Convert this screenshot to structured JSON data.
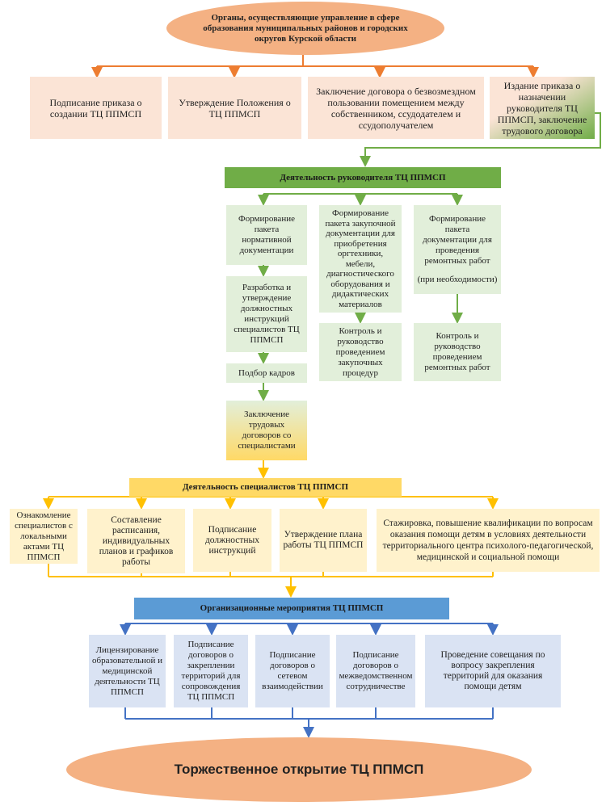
{
  "top": {
    "title_line1": "Органы, осуществляющие управление в сфере",
    "title_line2": "образования муниципальных районов и городских",
    "title_line3": "округов Курской области"
  },
  "row1": [
    "Подписание приказа о создании ТЦ ППМСП",
    "Утверждение Положения о ТЦ ППМСП",
    "Заключение договора о безвозмездном пользовании помещением между собственником, ссудодателем и ссудополучателем",
    "Издание приказа о назначении руководителя ТЦ ППМСП, заключение трудового договора"
  ],
  "leader": {
    "title": "Деятельность руководителя ТЦ ППМСП",
    "col1": [
      "Формирование пакета нормативной документации",
      "Разработка и утверждение должностных инструкций специалистов ТЦ ППМСП",
      "Подбор кадров",
      "Заключение трудовых договоров со специалистами"
    ],
    "col2": [
      "Формирование пакета закупочной документации для приобретения оргтехники, мебели, диагностического оборудования и дидактических материалов",
      "Контроль и руководство проведением закупочных процедур"
    ],
    "col3_top_line1": "Формирование пакета документации для проведения ремонтных работ",
    "col3_top_line2": "(при необходимости)",
    "col3_bottom": "Контроль и руководство проведением ремонтных работ"
  },
  "specialists": {
    "title": "Деятельность специалистов ТЦ ППМСП",
    "items": [
      "Ознакомление специалистов с локальными актами ТЦ ППМСП",
      "Составление расписания, индивидуальных планов и графиков работы",
      "Подписание должностных инструкций",
      "Утверждение плана работы ТЦ ППМСП",
      "Стажировка, повышение квалификации по вопросам оказания помощи детям в условиях деятельности территориального центра психолого-педагогической, медицинской и социальной помощи"
    ]
  },
  "org": {
    "title": "Организационные мероприятия ТЦ ППМСП",
    "items": [
      "Лицензирование образовательной и медицинской деятельности ТЦ ППМСП",
      "Подписание договоров о закреплении территорий для сопровождения ТЦ ППМСП",
      "Подписание договоров о сетевом взаимодействии",
      "Подписание договоров о межведомственном сотрудничестве",
      "Проведение совещания по вопросу закрепления территорий для оказания помощи детям"
    ]
  },
  "bottom": {
    "title": "Торжественное открытие ТЦ ППМСП"
  },
  "colors": {
    "orange": "#ed7d31",
    "ellipse": "#f4b183",
    "green": "#70ad47",
    "yellow": "#ffd966",
    "blue": "#4472c4",
    "blue_fill": "#5b9bd5"
  }
}
